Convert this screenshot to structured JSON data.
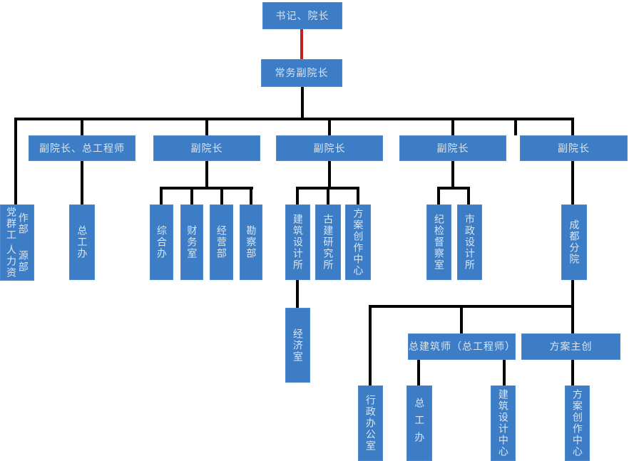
{
  "diagram": {
    "type": "org-chart",
    "colors": {
      "node_fill": "#3d7dc5",
      "node_border": "#4f8bce",
      "node_text": "#d9e5f2",
      "connector": "#000000",
      "highlight_connector": "#bf2221"
    },
    "nodes": {
      "shuji": {
        "label": "书记、院长"
      },
      "changwu": {
        "label": "常务副院长"
      },
      "fy1": {
        "label": "副院长、总工程师"
      },
      "fy2": {
        "label": "副院长"
      },
      "fy3": {
        "label": "副院长"
      },
      "fy4": {
        "label": "副院长"
      },
      "fy5": {
        "label": "副院长"
      },
      "dangqun": {
        "lines": [
          "党群工作部",
          "人力资源部"
        ]
      },
      "zgb1": {
        "label": "总工办"
      },
      "zonghe": {
        "label": "综合办"
      },
      "caiwu": {
        "label": "财务室"
      },
      "jingying": {
        "label": "经营部"
      },
      "kancha": {
        "label": "勘察部"
      },
      "jzsjs": {
        "label": "建筑设计所"
      },
      "gujian": {
        "label": "古建研究所"
      },
      "faczzx1": {
        "label": "方案创作中心"
      },
      "jijian": {
        "label": "纪检督察室"
      },
      "shizheng": {
        "label": "市政设计所"
      },
      "chengdu": {
        "label": "成都分院"
      },
      "jingji": {
        "label": "经济室"
      },
      "zongjian": {
        "label": "总建筑师（总工程师）"
      },
      "fazc": {
        "label": "方案主创"
      },
      "xingzheng": {
        "label": "行政办公室"
      },
      "zgb2": {
        "label": "总工办"
      },
      "jzsjzx": {
        "label": "建筑设计中心"
      },
      "faczzx2": {
        "label": "方案创作中心"
      }
    },
    "edges": [
      {
        "from": "shuji",
        "to": "changwu",
        "style": "red"
      },
      {
        "from": "changwu",
        "to": "dangqun"
      },
      {
        "from": "changwu",
        "to": "fy1"
      },
      {
        "from": "changwu",
        "to": "fy2"
      },
      {
        "from": "changwu",
        "to": "fy3"
      },
      {
        "from": "changwu",
        "to": "fy4"
      },
      {
        "from": "changwu",
        "to": "fy5"
      },
      {
        "from": "fy1",
        "to": "zgb1"
      },
      {
        "from": "fy2",
        "to": "zonghe"
      },
      {
        "from": "fy2",
        "to": "caiwu"
      },
      {
        "from": "fy2",
        "to": "jingying"
      },
      {
        "from": "fy2",
        "to": "kancha"
      },
      {
        "from": "fy3",
        "to": "jzsjs"
      },
      {
        "from": "fy3",
        "to": "gujian"
      },
      {
        "from": "fy3",
        "to": "faczzx1"
      },
      {
        "from": "jzsjs",
        "to": "jingji"
      },
      {
        "from": "fy4",
        "to": "jijian"
      },
      {
        "from": "fy4",
        "to": "shizheng"
      },
      {
        "from": "fy5",
        "to": "chengdu"
      },
      {
        "from": "chengdu",
        "to": "xingzheng"
      },
      {
        "from": "chengdu",
        "to": "zongjian"
      },
      {
        "from": "chengdu",
        "to": "fazc"
      },
      {
        "from": "zongjian",
        "to": "zgb2"
      },
      {
        "from": "zongjian",
        "to": "jzsjzx"
      },
      {
        "from": "fazc",
        "to": "faczzx2"
      }
    ]
  }
}
